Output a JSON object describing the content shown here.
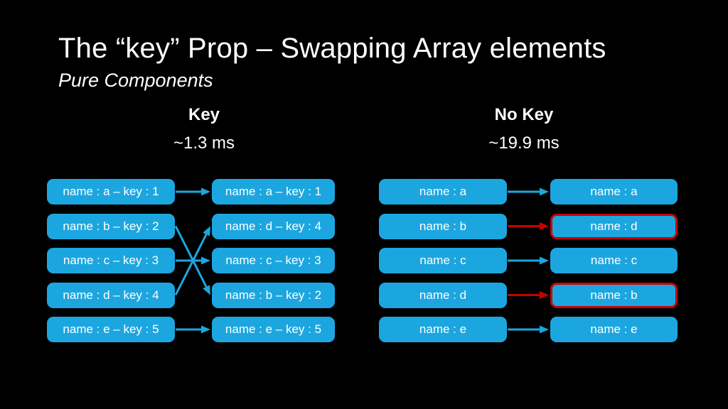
{
  "slide": {
    "title": "The “key” Prop – Swapping Array elements",
    "subtitle": "Pure Components"
  },
  "colors": {
    "background": "#000000",
    "text": "#FFFFFF",
    "box_blue": "#1CA6E0",
    "arrow_blue": "#1CA6E0",
    "red": "#C80000"
  },
  "groups": [
    {
      "id": "key",
      "heading": "Key",
      "time": "~1.3 ms",
      "source": [
        {
          "label": "name : a – key : 1",
          "highlight": false
        },
        {
          "label": "name : b – key : 2",
          "highlight": false
        },
        {
          "label": "name : c – key : 3",
          "highlight": false
        },
        {
          "label": "name : d – key : 4",
          "highlight": false
        },
        {
          "label": "name : e – key : 5",
          "highlight": false
        }
      ],
      "result": [
        {
          "label": "name : a – key : 1",
          "highlight": false
        },
        {
          "label": "name : d – key : 4",
          "highlight": false
        },
        {
          "label": "name : c – key : 3",
          "highlight": false
        },
        {
          "label": "name : b – key : 2",
          "highlight": false
        },
        {
          "label": "name : e – key : 5",
          "highlight": false
        }
      ],
      "links": [
        {
          "from": 0,
          "to": 0,
          "style": "blue"
        },
        {
          "from": 1,
          "to": 3,
          "style": "blue"
        },
        {
          "from": 2,
          "to": 2,
          "style": "blue"
        },
        {
          "from": 3,
          "to": 1,
          "style": "blue"
        },
        {
          "from": 4,
          "to": 4,
          "style": "blue"
        }
      ]
    },
    {
      "id": "no-key",
      "heading": "No Key",
      "time": "~19.9 ms",
      "source": [
        {
          "label": "name : a",
          "highlight": false
        },
        {
          "label": "name : b",
          "highlight": false
        },
        {
          "label": "name : c",
          "highlight": false
        },
        {
          "label": "name : d",
          "highlight": false
        },
        {
          "label": "name : e",
          "highlight": false
        }
      ],
      "result": [
        {
          "label": "name : a",
          "highlight": false
        },
        {
          "label": "name : d",
          "highlight": true
        },
        {
          "label": "name : c",
          "highlight": false
        },
        {
          "label": "name : b",
          "highlight": true
        },
        {
          "label": "name : e",
          "highlight": false
        }
      ],
      "links": [
        {
          "from": 0,
          "to": 0,
          "style": "blue"
        },
        {
          "from": 1,
          "to": 1,
          "style": "red"
        },
        {
          "from": 2,
          "to": 2,
          "style": "blue"
        },
        {
          "from": 3,
          "to": 3,
          "style": "red"
        },
        {
          "from": 4,
          "to": 4,
          "style": "blue"
        }
      ]
    }
  ]
}
